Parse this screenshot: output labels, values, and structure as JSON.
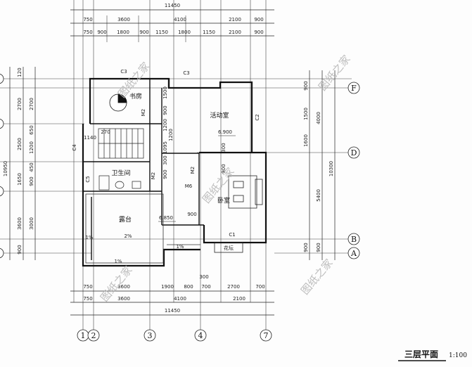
{
  "drawing": {
    "title": "三层平面",
    "scale": "1:100"
  },
  "dimensions": {
    "top_total": "11450",
    "top_row1": [
      "750",
      "3600",
      "4100",
      "2100",
      "900"
    ],
    "top_row2": [
      "750",
      "900",
      "1800",
      "900",
      "1150",
      "1800",
      "1150",
      "2100",
      "900"
    ],
    "bottom_row1": [
      "750",
      "3600",
      "1900",
      "800",
      "700",
      "2700",
      "700"
    ],
    "bottom_row2": [
      "750",
      "3600",
      "4100",
      "2100"
    ],
    "bottom_total": "11450",
    "bottom_small": "300",
    "left_outer": [
      "120",
      "2700",
      "2500",
      "1650",
      "3600",
      "900"
    ],
    "left_inner": [
      "2700",
      "650",
      "1200",
      "450",
      "900",
      "3000"
    ],
    "left_total": "10950",
    "right_outer": [
      "4000",
      "5400",
      "900"
    ],
    "right_inner": [
      "900",
      "1500",
      "1600",
      "900"
    ],
    "right_total": "10300",
    "interior": [
      "1500",
      "900",
      "1200",
      "1200",
      "1095",
      "300",
      "900",
      "900",
      "900",
      "300",
      "1140",
      "270"
    ]
  },
  "rooms": {
    "study": "书房",
    "activity": "活动室",
    "bathroom": "卫生间",
    "bedroom": "卧室",
    "terrace": "露台",
    "flower": "花坛"
  },
  "levels": {
    "activity": "6.900",
    "terrace": "6.850"
  },
  "openings": {
    "c3a": "C3",
    "c3b": "C3",
    "c2": "C2",
    "c4": "C4",
    "c5": "C5",
    "c1": "C1",
    "m2a": "M2",
    "m2b": "M2",
    "m2c": "M2",
    "m6": "M6"
  },
  "slopes": {
    "s1": "2%",
    "s2": "1%",
    "s3": "1%",
    "s4": "1%"
  },
  "axes": {
    "bottom": [
      "1",
      "2",
      "3",
      "4",
      "7"
    ],
    "right": [
      "F",
      "D",
      "B",
      "A"
    ]
  },
  "watermark": "图纸之家"
}
